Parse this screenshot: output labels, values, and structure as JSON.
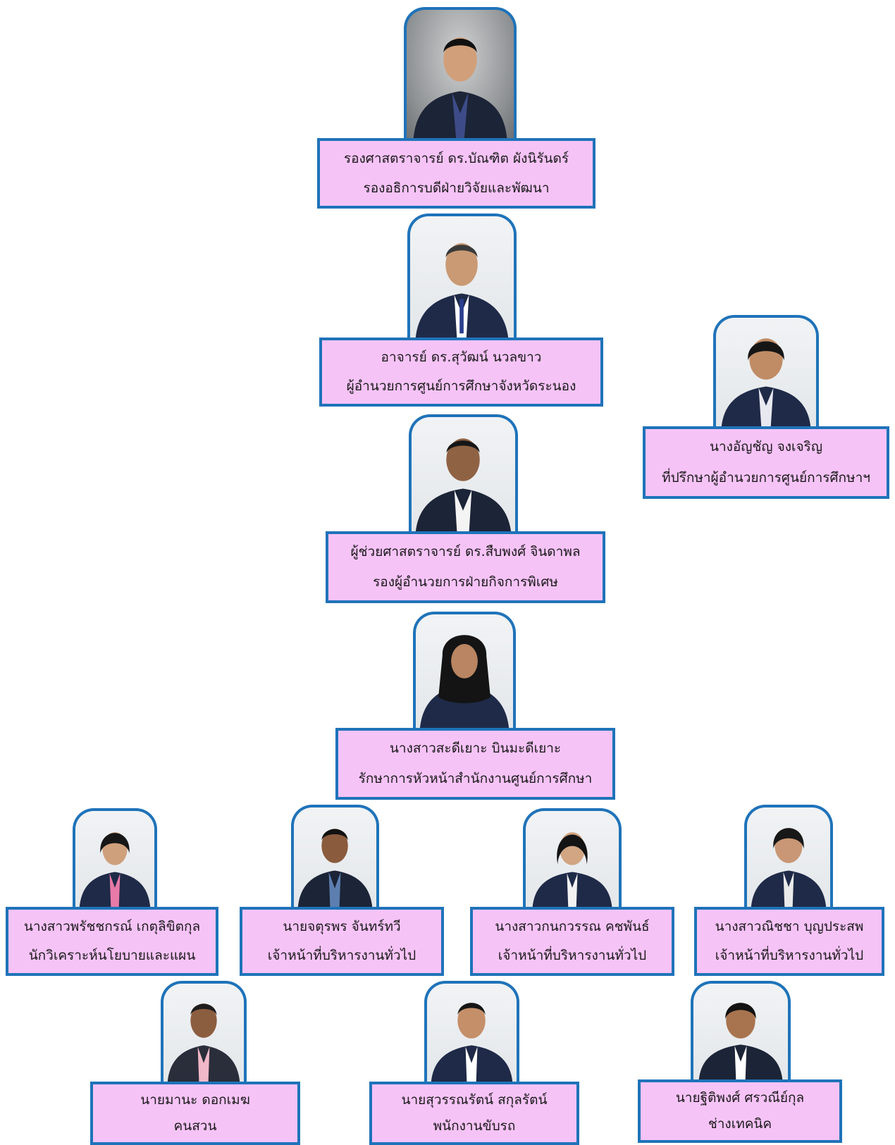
{
  "people": [
    {
      "id": "vice-president",
      "name": "รองศาสตราจารย์ ดร.บัณฑิต  ผังนิรันดร์",
      "position": "รองอธิการบดีฝ่ายวิจัยและพัฒนา"
    },
    {
      "id": "director",
      "name": "อาจารย์ ดร.สุวัฒน์  นวลขาว",
      "position": "ผู้อำนวยการศูนย์การศึกษาจังหวัดระนอง"
    },
    {
      "id": "advisor",
      "name": "นางอัญชัญ   จงเจริญ",
      "position": "ที่ปรึกษาผู้อำนวยการศูนย์การศึกษาฯ"
    },
    {
      "id": "deputy-director",
      "name": "ผู้ช่วยศาสตราจารย์ ดร.สืบพงศ์  จินดาพล",
      "position": "รองผู้อำนวยการฝ่ายกิจการพิเศษ"
    },
    {
      "id": "office-head",
      "name": "นางสาวสะดีเยาะ  บินมะดีเยาะ",
      "position": "รักษาการหัวหน้าสำนักงานศูนย์การศึกษา"
    },
    {
      "id": "policy-analyst",
      "name": "นางสาวพรัชชกรณ์  เกตุลิขิตกุล",
      "position": "นักวิเคราะห์นโยบายและแผน"
    },
    {
      "id": "admin-officer-1",
      "name": "นายจตุรพร  จันทร์ทวี",
      "position": "เจ้าหน้าที่บริหารงานทั่วไป"
    },
    {
      "id": "admin-officer-2",
      "name": "นางสาวกนกวรรณ คชพันธ์",
      "position": "เจ้าหน้าที่บริหารงานทั่วไป"
    },
    {
      "id": "admin-officer-3",
      "name": "นางสาวณิชชา บุญประสพ",
      "position": "เจ้าหน้าที่บริหารงานทั่วไป"
    },
    {
      "id": "gardener",
      "name": "นายมานะ  ดอกเมฆ",
      "position": "คนสวน"
    },
    {
      "id": "driver",
      "name": "นายสุวรรณรัตน์  สกุลรัตน์",
      "position": "พนักงานขับรถ"
    },
    {
      "id": "technician",
      "name": "นายฐิติพงศ์  ศรวณีย์กุล",
      "position": "ช่างเทคนิค"
    }
  ],
  "colors": {
    "frame_border": "#1f73b9",
    "label_fill": "#f6c3f7",
    "suit": "#1f2a48",
    "skin": "#c99a74",
    "hair": "#161616"
  }
}
